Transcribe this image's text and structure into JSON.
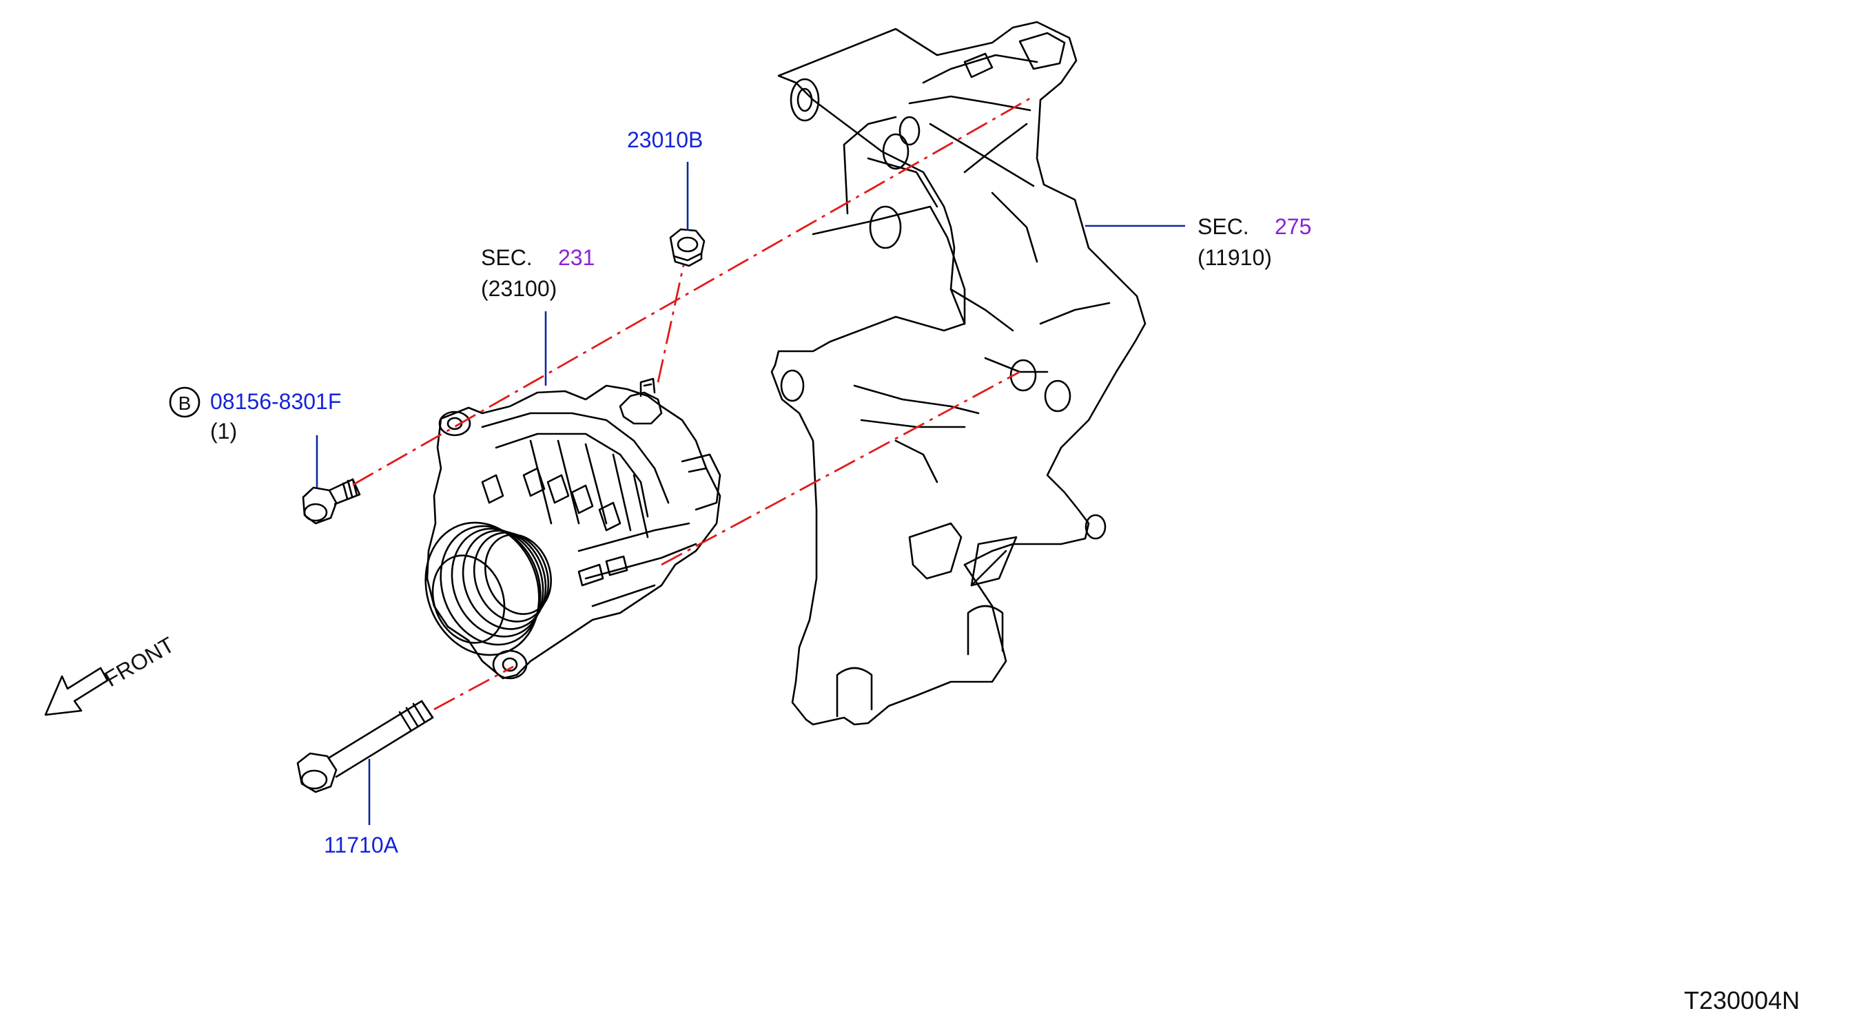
{
  "labels": {
    "part_23010b": "23010B",
    "sec_231_prefix": "SEC.",
    "sec_231_number": "231",
    "sec_231_sub": "(23100)",
    "part_08156": "08156-8301F",
    "part_08156_qty": "(1)",
    "part_08156_marker": "B",
    "part_11710a": "11710A",
    "sec_275_prefix": "SEC.",
    "sec_275_number": "275",
    "sec_275_sub": "(11910)",
    "front": "FRONT",
    "diagram_code": "T230004N"
  },
  "colors": {
    "part_number": "#1424d8",
    "section_number": "#8a22d6",
    "leader": "#0a2a9a",
    "centerline": "#e31a1a",
    "outline": "#000000"
  }
}
